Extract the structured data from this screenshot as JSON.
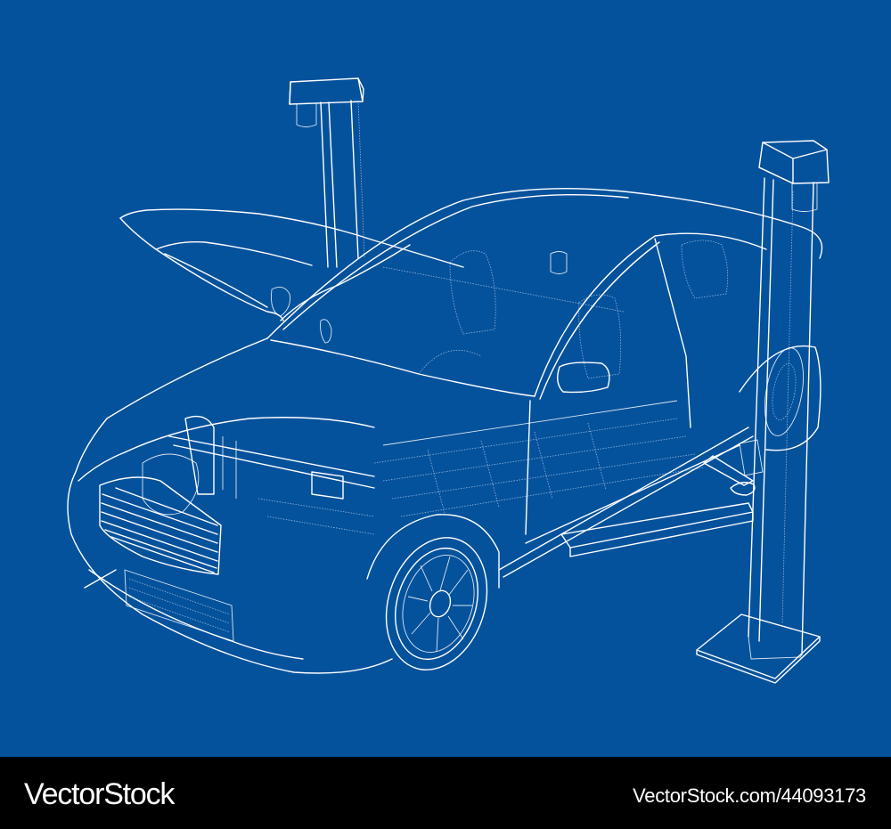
{
  "image": {
    "subject": "Wireframe blueprint of a car with open hood on a two-post lift",
    "background_color": "#05529c",
    "line_color": "#ffffff",
    "style": "blueprint wireframe"
  },
  "footer": {
    "background_color": "#000000",
    "brand": "VectorStock",
    "image_id": "VectorStock.com/44093173"
  }
}
